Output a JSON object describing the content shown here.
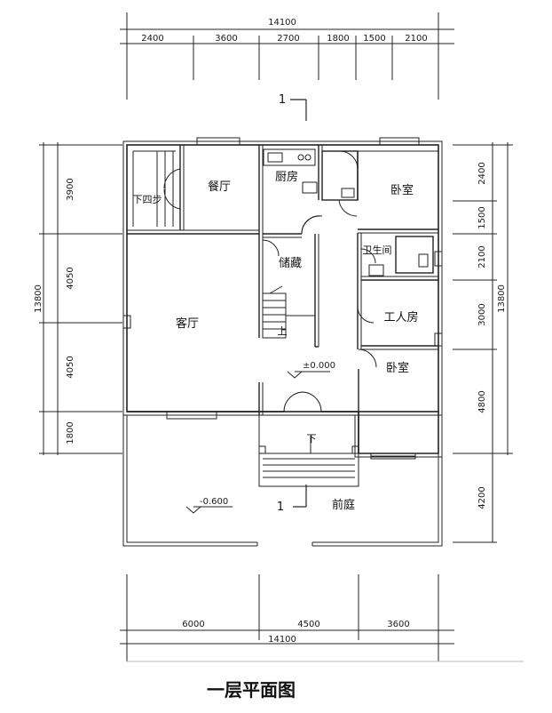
{
  "title": "一层平面图",
  "dimensions": {
    "top_total": "14100",
    "top_segments": [
      "2400",
      "3600",
      "2700",
      "1800",
      "1500",
      "2100"
    ],
    "bottom_total": "14100",
    "bottom_segments": [
      "6000",
      "4500",
      "3600"
    ],
    "left_total": "13800",
    "left_segments": [
      "3900",
      "4050",
      "4050",
      "1800"
    ],
    "right_total": "13800",
    "right_segments": [
      "2400",
      "1500",
      "2100",
      "3000",
      "4800",
      "4200"
    ]
  },
  "rooms": {
    "dining": "餐厅",
    "kitchen": "厨房",
    "bedroom_ne": "卧室",
    "down_four_steps": "下四步",
    "bathroom": "卫生间",
    "storage": "储藏",
    "living": "客厅",
    "servant_room": "工人房",
    "up": "上",
    "bedroom_se": "卧室",
    "down": "下",
    "front_yard": "前庭"
  },
  "levels": {
    "floor": "±0.000",
    "yard": "-0.600"
  },
  "section_marks": {
    "top": "1",
    "bottom": "1"
  }
}
